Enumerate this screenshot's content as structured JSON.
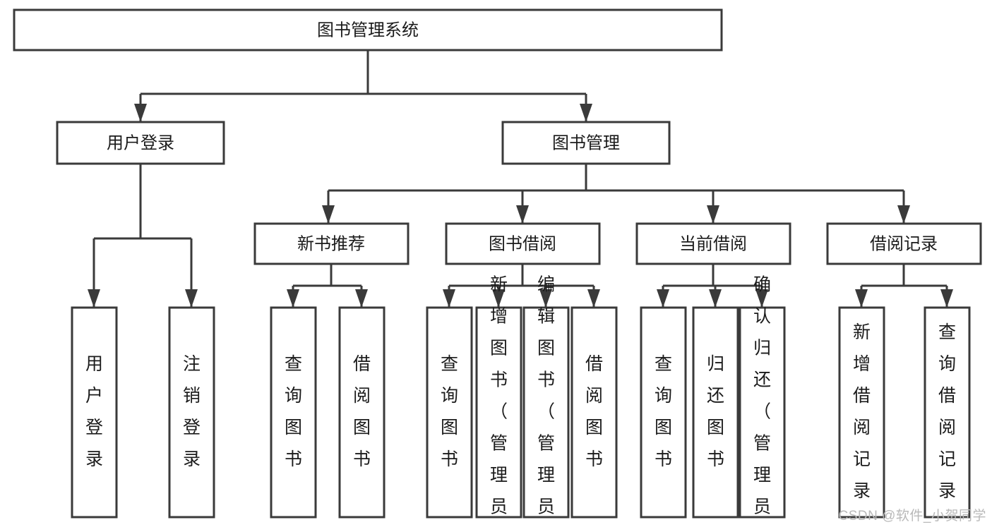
{
  "diagram": {
    "title": "图书管理系统",
    "type": "hierarchy-tree",
    "watermark": "CSDN @软件_小贺同学",
    "colors": {
      "stroke": "#3a3a3a",
      "fill": "#ffffff",
      "text": "#1b1b1b",
      "watermark": "#b9b9b9"
    },
    "nodes": {
      "root": "图书管理系统",
      "user_login": "用户登录",
      "book_manage": "图书管理",
      "new_book_rec": "新书推荐",
      "book_borrow": "图书借阅",
      "current_borrow": "当前借阅",
      "borrow_record": "借阅记录",
      "leaf_user_login": "用户登录",
      "leaf_logout": "注销登录",
      "leaf_query_book_1": "查询图书",
      "leaf_borrow_book_1": "借阅图书",
      "leaf_query_book_2": "查询图书",
      "leaf_add_book": "新增图书（管理员）",
      "leaf_edit_book": "编辑图书（管理员）",
      "leaf_borrow_book_2": "借阅图书",
      "leaf_query_book_3": "查询图书",
      "leaf_return_book": "归还图书",
      "leaf_confirm_return": "确认归还（管理员）",
      "leaf_add_record": "新增借阅记录",
      "leaf_query_record": "查询借阅记录"
    },
    "edges": [
      {
        "from": "root",
        "to": "user_login"
      },
      {
        "from": "root",
        "to": "book_manage"
      },
      {
        "from": "book_manage",
        "to": "new_book_rec"
      },
      {
        "from": "book_manage",
        "to": "book_borrow"
      },
      {
        "from": "book_manage",
        "to": "current_borrow"
      },
      {
        "from": "book_manage",
        "to": "borrow_record"
      },
      {
        "from": "user_login",
        "to": "leaf_user_login"
      },
      {
        "from": "user_login",
        "to": "leaf_logout"
      },
      {
        "from": "new_book_rec",
        "to": "leaf_query_book_1"
      },
      {
        "from": "new_book_rec",
        "to": "leaf_borrow_book_1"
      },
      {
        "from": "book_borrow",
        "to": "leaf_query_book_2"
      },
      {
        "from": "book_borrow",
        "to": "leaf_add_book"
      },
      {
        "from": "book_borrow",
        "to": "leaf_edit_book"
      },
      {
        "from": "book_borrow",
        "to": "leaf_borrow_book_2"
      },
      {
        "from": "current_borrow",
        "to": "leaf_query_book_3"
      },
      {
        "from": "current_borrow",
        "to": "leaf_return_book"
      },
      {
        "from": "current_borrow",
        "to": "leaf_confirm_return"
      },
      {
        "from": "borrow_record",
        "to": "leaf_add_record"
      },
      {
        "from": "borrow_record",
        "to": "leaf_query_record"
      }
    ]
  }
}
